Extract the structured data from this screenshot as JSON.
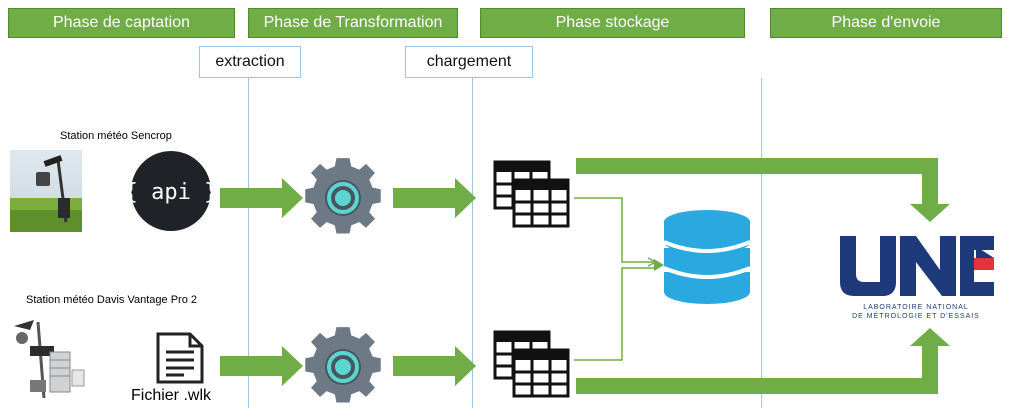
{
  "phases": [
    {
      "label": "Phase de captation"
    },
    {
      "label": "Phase de Transformation"
    },
    {
      "label": "Phase stockage"
    },
    {
      "label": "Phase d'envoie"
    }
  ],
  "steps": {
    "extraction": "extraction",
    "chargement": "chargement"
  },
  "stations": {
    "sencrop": "Station météo Sencrop",
    "davis": "Station météo Davis Vantage Pro 2"
  },
  "sources": {
    "api_text": "{ api }",
    "file_label": "Fichier .wlk"
  },
  "logo": {
    "text": "LNE",
    "line1": "LABORATOIRE NATIONAL",
    "line2": "DE MÉTROLOGIE ET D'ESSAIS"
  },
  "colors": {
    "phase_green": "#70ad47",
    "arrow_green": "#70ad47",
    "divider_blue": "#9dc3e6",
    "gear_gray": "#6d7a86",
    "gear_ring": "#5bd6cf",
    "db_blue": "#29a9e0",
    "lne_navy": "#1f3a7a",
    "lne_red": "#e3343e"
  },
  "icons": {
    "transform": "gear-icon",
    "tables": "table-icon",
    "database": "database-icon",
    "file": "document-icon"
  }
}
